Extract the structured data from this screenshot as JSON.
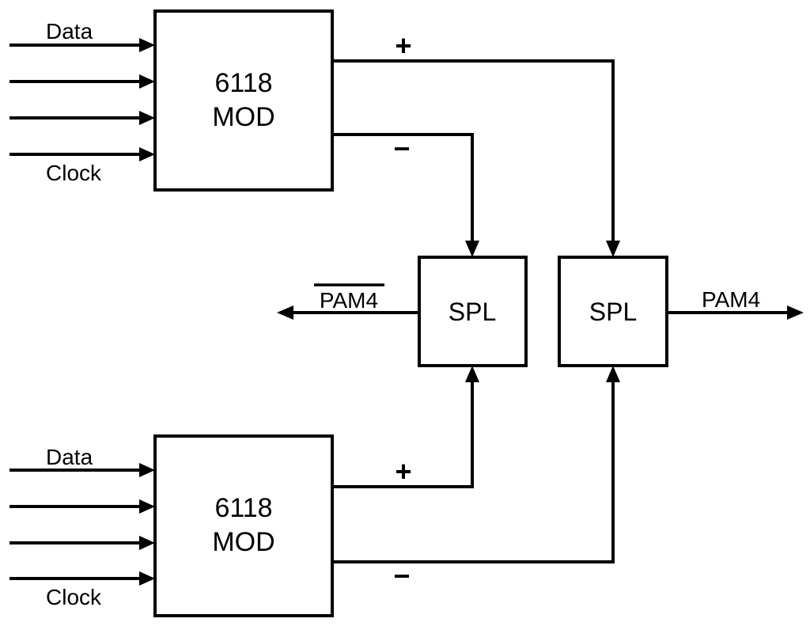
{
  "diagram": {
    "colors": {
      "line": "#000000",
      "background": "#ffffff"
    },
    "modulators": {
      "top": {
        "model": "6118",
        "type": "MOD",
        "data_input_label": "Data",
        "clock_input_label": "Clock",
        "plus_output_label": "+",
        "minus_output_label": "−"
      },
      "bottom": {
        "model": "6118",
        "type": "MOD",
        "data_input_label": "Data",
        "clock_input_label": "Clock",
        "plus_output_label": "+",
        "minus_output_label": "−"
      }
    },
    "splitters": {
      "left": {
        "label": "SPL",
        "output_label": "PAM4",
        "output_inverted": true
      },
      "right": {
        "label": "SPL",
        "output_label": "PAM4",
        "output_inverted": false
      }
    },
    "connections": [
      {
        "from": "top-modulator-plus",
        "to": "right-splitter-top"
      },
      {
        "from": "top-modulator-minus",
        "to": "left-splitter-top"
      },
      {
        "from": "bottom-modulator-plus",
        "to": "left-splitter-bottom"
      },
      {
        "from": "bottom-modulator-minus",
        "to": "right-splitter-bottom"
      },
      {
        "from": "left-splitter",
        "to": "inverted-pam4-output"
      },
      {
        "from": "right-splitter",
        "to": "pam4-output"
      }
    ]
  }
}
